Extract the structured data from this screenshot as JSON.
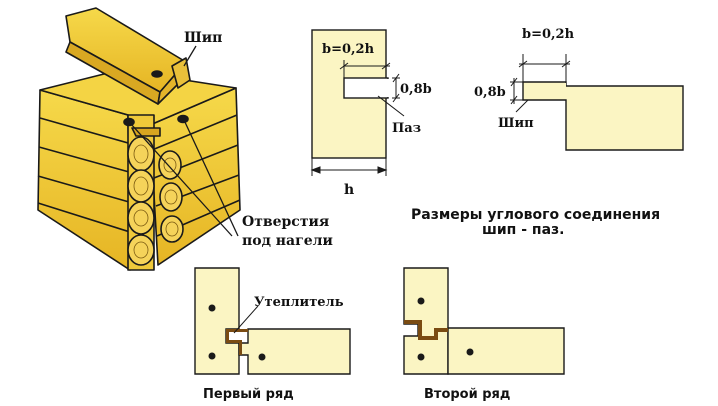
{
  "labels": {
    "tenon_top": "Шип",
    "holes_line1": "Отверстия",
    "holes_line2": "под нагели",
    "groove": "Паз",
    "b_eq_02h_left": "b=0,2h",
    "b08_left": "0,8b",
    "h_dim": "h",
    "b_eq_02h_right": "b=0,2h",
    "b08_right": "0,8b",
    "tenon_right": "Шип",
    "title_line1": "Размеры углового соединения",
    "title_line2": "шип - паз.",
    "insulation": "Утеплитель",
    "first_row": "Первый ряд",
    "second_row": "Второй ряд"
  },
  "colors": {
    "wood_light": "#fbf5c3",
    "wood_yellow": "#f3d13a",
    "wood_mid": "#e7b526",
    "wood_dark": "#c48d12",
    "outline": "#1a1a1a",
    "insulation": "#7a4b12"
  }
}
